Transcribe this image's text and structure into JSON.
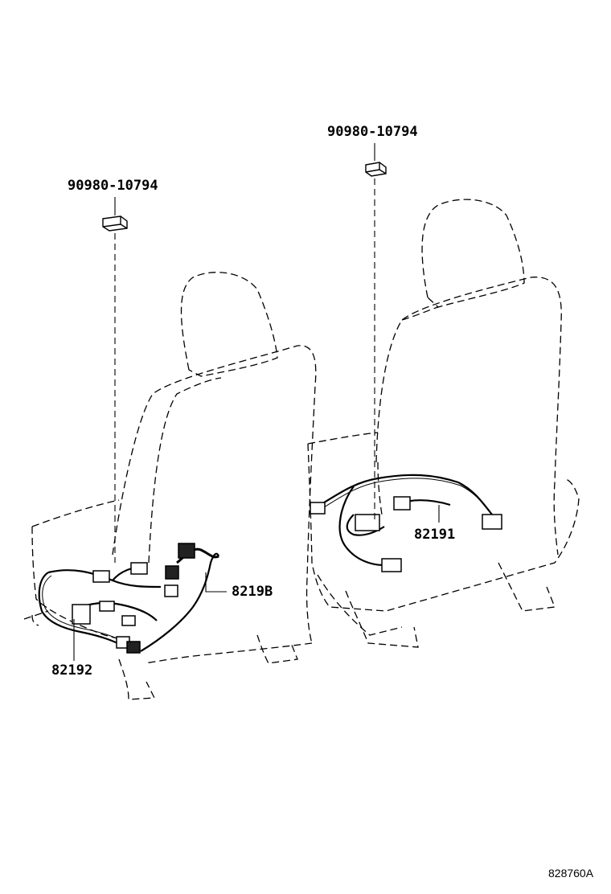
{
  "callouts": {
    "clip_left": "90980-10794",
    "clip_right": "90980-10794",
    "harness_left_upper": "8219B",
    "harness_left_lower": "82192",
    "harness_right": "82191"
  },
  "diagram_id": "828760A",
  "colors": {
    "line": "#000000",
    "connector_fill": "#ffffff",
    "dark_connector": "#222222",
    "background": "#ffffff"
  }
}
